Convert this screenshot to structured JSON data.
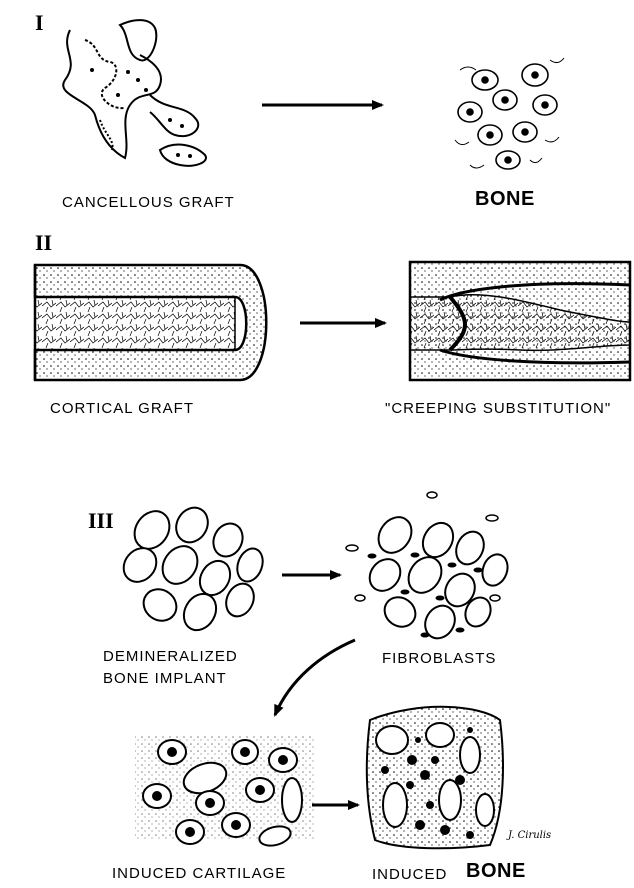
{
  "sections": {
    "one": {
      "numeral": "I",
      "left_label": "CANCELLOUS GRAFT",
      "right_label": "BONE"
    },
    "two": {
      "numeral": "II",
      "left_label": "CORTICAL GRAFT",
      "right_label": "\"CREEPING SUBSTITUTION\""
    },
    "three": {
      "numeral": "III",
      "implant_label_line1": "DEMINERALIZED",
      "implant_label_line2": "BONE IMPLANT",
      "fibro_label": "FIBROBLASTS",
      "cartilage_label": "INDUCED CARTILAGE",
      "induced_bone_prefix": "INDUCED",
      "induced_bone_word": "BONE"
    }
  },
  "signature": "J. Cirulis",
  "colors": {
    "ink": "#000000",
    "paper": "#ffffff"
  }
}
